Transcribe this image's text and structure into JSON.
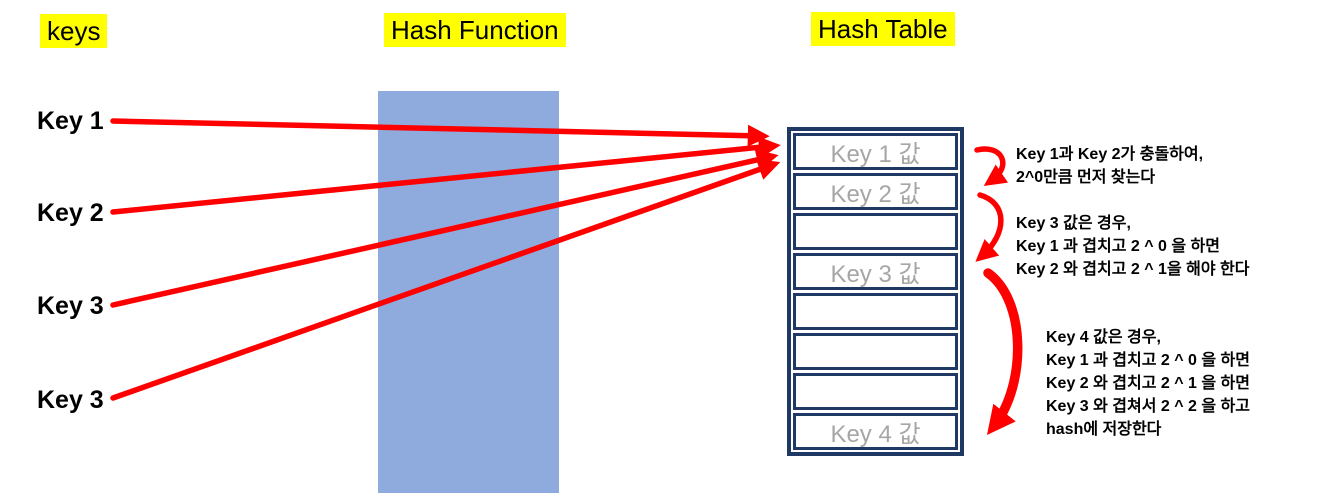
{
  "headers": {
    "keys": "keys",
    "hash_function": "Hash Function",
    "hash_table": "Hash Table"
  },
  "keys": [
    "Key 1",
    "Key 2",
    "Key 3",
    "Key 3"
  ],
  "hash_table": {
    "cells": [
      "Key 1 값",
      "Key 2 값",
      "",
      "Key 3 값",
      "",
      "",
      "",
      "Key 4 값"
    ]
  },
  "annotations": [
    {
      "lines": [
        "Key 1과 Key 2가 충돌하여,",
        "2^0만큼 먼저 찾는다"
      ]
    },
    {
      "lines": [
        "Key 3 값은 경우,",
        "Key 1 과 겹치고 2 ^ 0 을 하면",
        "Key 2 와 겹치고 2 ^ 1을 해야 한다"
      ]
    },
    {
      "lines": [
        "Key 4 값은 경우,",
        "Key 1 과 겹치고 2 ^ 0 을 하면",
        "Key 2 와 겹치고 2 ^ 1 을 하면",
        "Key 3 와 겹쳐서 2 ^ 2 을 하고",
        "hash에 저장한다"
      ]
    }
  ],
  "colors": {
    "highlight_yellow": "#FFFF00",
    "arrow_red": "#FF0000",
    "table_border_navy": "#1F3864",
    "hash_function_blue": "#8FAADC",
    "cell_text_gray": "#A6A6A6"
  }
}
